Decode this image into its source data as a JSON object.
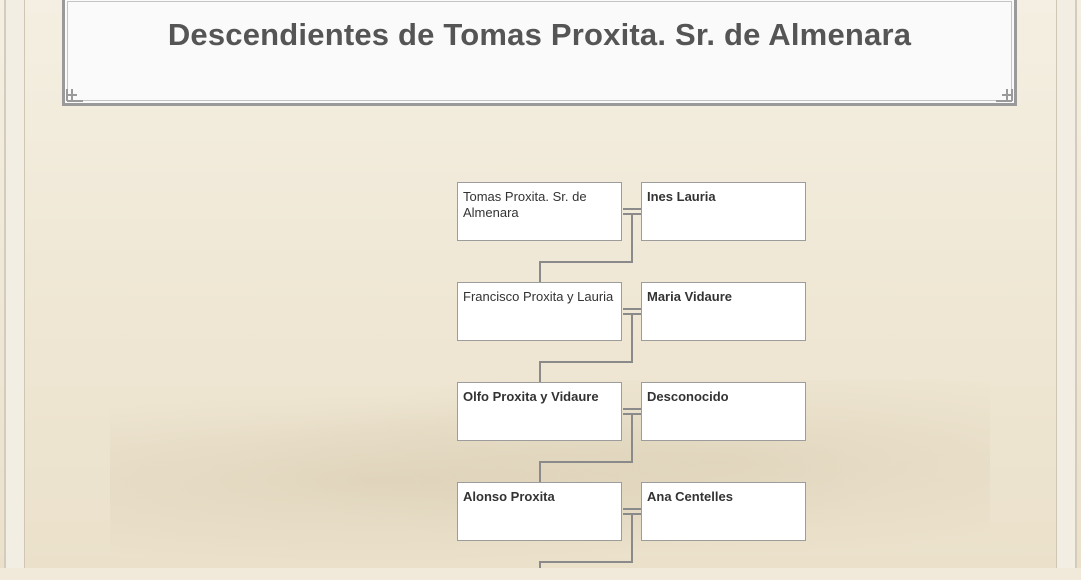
{
  "page": {
    "title": "Descendientes de Tomas Proxita. Sr. de Almenara"
  },
  "generations": [
    {
      "person": "Tomas Proxita. Sr. de Almenara",
      "spouse": "Ines Lauria"
    },
    {
      "person": "Francisco Proxita y Lauria",
      "spouse": "Maria Vidaure"
    },
    {
      "person": "Olfo Proxita y Vidaure",
      "spouse": "Desconocido"
    },
    {
      "person": "Alonso Proxita",
      "spouse": "Ana Centelles"
    }
  ],
  "colors": {
    "background": "#f1eadb",
    "title_text": "#555555",
    "box_border": "#9c9c9c",
    "connector": "#8a8a8a"
  }
}
